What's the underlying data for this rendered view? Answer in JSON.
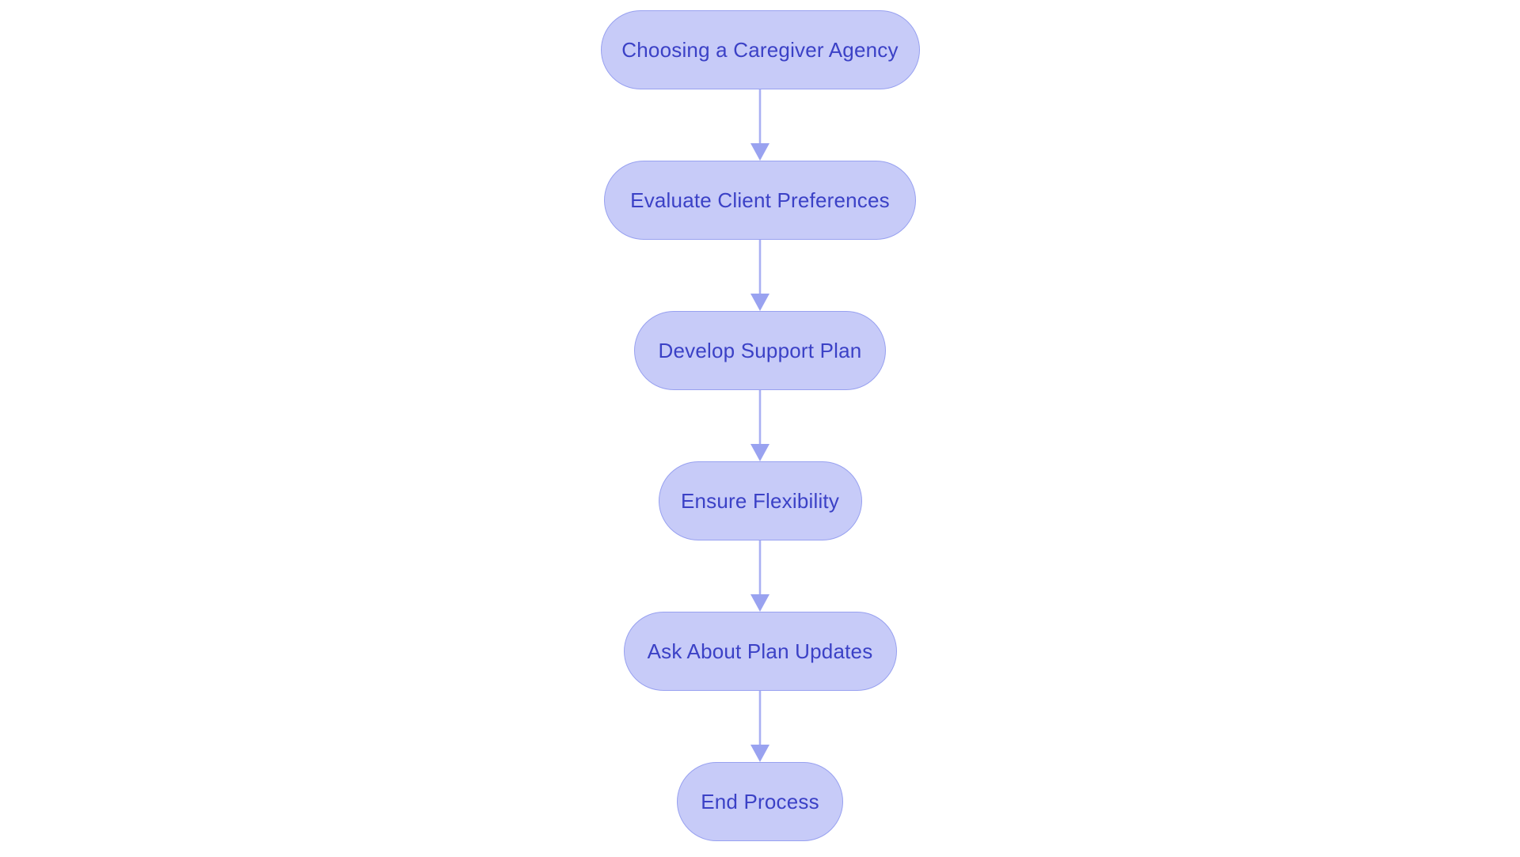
{
  "diagram": {
    "type": "flowchart",
    "direction": "top-down",
    "nodes": [
      {
        "id": "choosing-caregiver-agency",
        "label": "Choosing a Caregiver Agency"
      },
      {
        "id": "evaluate-client-preferences",
        "label": "Evaluate Client Preferences"
      },
      {
        "id": "develop-support-plan",
        "label": "Develop Support Plan"
      },
      {
        "id": "ensure-flexibility",
        "label": "Ensure Flexibility"
      },
      {
        "id": "ask-about-plan-updates",
        "label": "Ask About Plan Updates"
      },
      {
        "id": "end-process",
        "label": "End Process"
      }
    ],
    "edges": [
      {
        "from": "choosing-caregiver-agency",
        "to": "evaluate-client-preferences"
      },
      {
        "from": "evaluate-client-preferences",
        "to": "develop-support-plan"
      },
      {
        "from": "develop-support-plan",
        "to": "ensure-flexibility"
      },
      {
        "from": "ensure-flexibility",
        "to": "ask-about-plan-updates"
      },
      {
        "from": "ask-about-plan-updates",
        "to": "end-process"
      }
    ],
    "colors": {
      "node_fill": "#c7cbf8",
      "node_border": "#98a1f0",
      "node_text": "#3b41c6",
      "arrow_shaft": "#a9b0f3",
      "arrow_head": "#99a2f0",
      "background": "#ffffff"
    }
  }
}
